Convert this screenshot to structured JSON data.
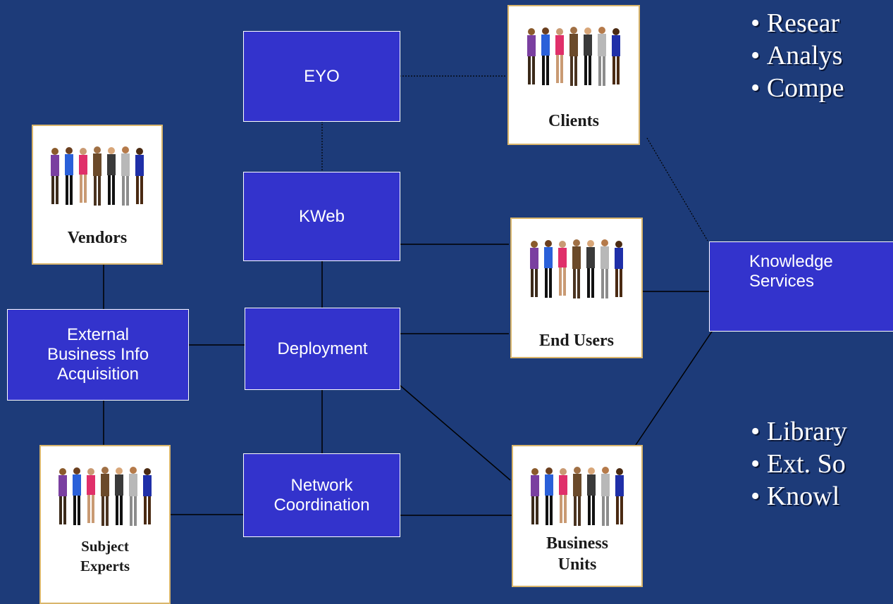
{
  "nodes": {
    "eyo": "EYO",
    "kweb": "KWeb",
    "deployment": "Deployment",
    "network": "Network\nCoordination",
    "external": "External\nBusiness Info\nAcquisition",
    "knowledge": "Knowledge\nServices"
  },
  "groups": {
    "clients": "Clients",
    "vendors": "Vendors",
    "end_users": "End Users",
    "business_units": "Business\nUnits",
    "subject_experts": "Subject\nExperts"
  },
  "bullets_top": [
    "Resear",
    "Analys",
    "Compe"
  ],
  "bullets_bottom": [
    "Library",
    "Ext. So",
    "Knowl"
  ],
  "colors": {
    "background": "#1d3b79",
    "node_fill": "#3333cc",
    "card_border": "#d9b56b",
    "text": "#ffffff"
  }
}
